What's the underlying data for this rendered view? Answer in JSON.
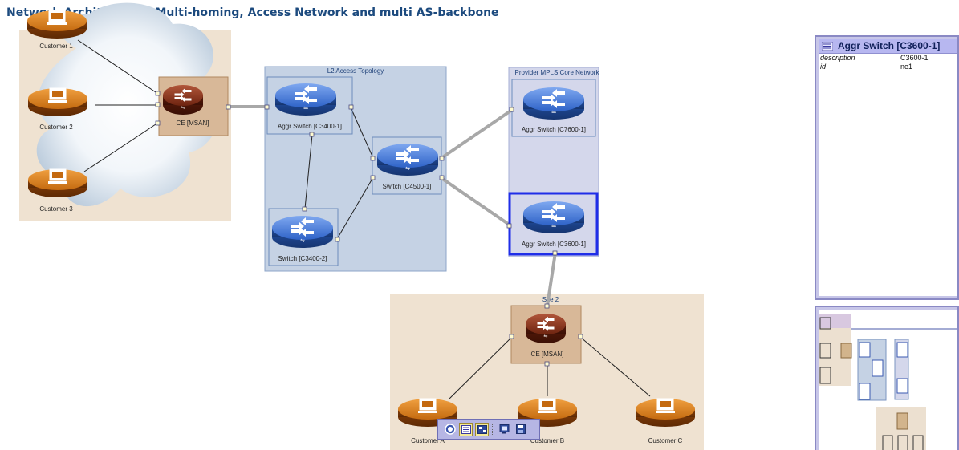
{
  "title": "Network Architecture - Multi-homing, Access Network and multi AS-backbone",
  "groups": {
    "l2_access": "L2 Access Topology",
    "mpls_core": "Provider MPLS Core Network",
    "site2": "Site 2"
  },
  "nodes": {
    "customer1": "Customer 1",
    "customer2": "Customer 2",
    "customer3": "Customer 3",
    "ce_msan_1": "CE [MSAN]",
    "aggr_c3400_1": "Aggr Switch [C3400-1]",
    "switch_c3400_2": "Switch [C3400-2]",
    "switch_c4500_1": "Switch [C4500-1]",
    "aggr_c7600_1": "Aggr Switch [C7600-1]",
    "aggr_c3600_1": "Aggr Switch [C3600-1]",
    "ce_msan_2": "CE [MSAN]",
    "customer_a": "Customer A",
    "customer_b": "Customer B",
    "customer_c": "Customer C"
  },
  "properties": {
    "header": "Aggr Switch [C3600-1]",
    "rows": [
      {
        "key": "description",
        "value": "C3600-1"
      },
      {
        "key": "id",
        "value": "ne1"
      }
    ]
  },
  "toolbar": {
    "buttons": [
      "overview-icon",
      "properties-list-icon",
      "layout-icon",
      "monitor-icon",
      "save-icon"
    ]
  },
  "colors": {
    "title": "#1c4a7e",
    "router_blue": "#2f63c8",
    "router_brown": "#7a2a10",
    "pc_orange": "#c46a10",
    "selection": "#1f2ee8",
    "site_bg": "#efe2d1",
    "access_bg": "#c5d2e4"
  }
}
